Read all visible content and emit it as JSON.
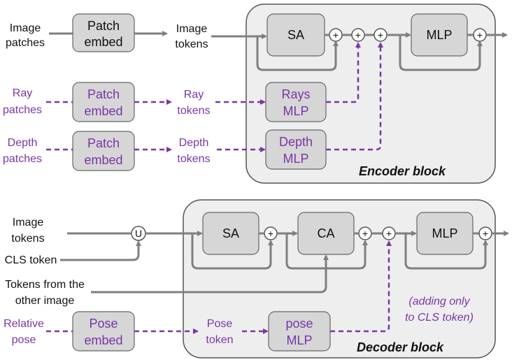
{
  "encoder": {
    "block_label": "Encoder  block",
    "image_input": [
      "Image",
      "patches"
    ],
    "image_embed": [
      "Patch",
      "embed"
    ],
    "image_tokens": [
      "Image",
      "tokens"
    ],
    "ray_input": [
      "Ray",
      "patches"
    ],
    "ray_embed": [
      "Patch",
      "embed"
    ],
    "ray_tokens": [
      "Ray",
      "tokens"
    ],
    "depth_input": [
      "Depth",
      "patches"
    ],
    "depth_embed": [
      "Patch",
      "embed"
    ],
    "depth_tokens": [
      "Depth",
      "tokens"
    ],
    "sa": "SA",
    "mlp": "MLP",
    "rays_mlp": [
      "Rays",
      "MLP"
    ],
    "depth_mlp": [
      "Depth",
      "MLP"
    ]
  },
  "decoder": {
    "block_label": "Decoder  block",
    "image_tokens": [
      "Image",
      "tokens"
    ],
    "cls_token": "CLS token",
    "other_tokens": [
      "Tokens from the",
      "other image"
    ],
    "union_op": "U",
    "sa": "SA",
    "ca": "CA",
    "mlp": "MLP",
    "relative_pose": [
      "Relative",
      "pose"
    ],
    "pose_embed": [
      "Pose",
      "embed"
    ],
    "pose_token": [
      "Pose",
      "token"
    ],
    "pose_mlp": [
      "pose",
      "MLP"
    ],
    "note": [
      "(adding only",
      "to CLS token)"
    ]
  },
  "plus_symbol": "+",
  "colors": {
    "purple": "#7a35a8",
    "line_gray": "#7f7f7f",
    "box_fill": "#d6d6d6",
    "block_fill": "#eeeeee"
  }
}
